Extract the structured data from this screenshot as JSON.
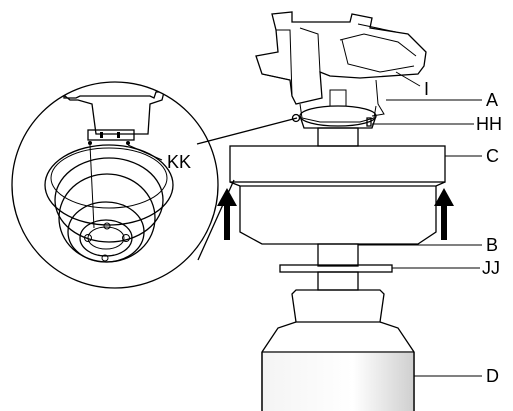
{
  "labels": {
    "a": "A",
    "b": "B",
    "c": "C",
    "d": "D",
    "i": "I",
    "hh": "HH",
    "jj": "JJ",
    "kk": "KK"
  },
  "colors": {
    "line": "#000000",
    "shade": "#d8d8d8",
    "background": "#ffffff"
  },
  "icons": [
    "arrow-up-icon",
    "arrow-up-icon"
  ]
}
